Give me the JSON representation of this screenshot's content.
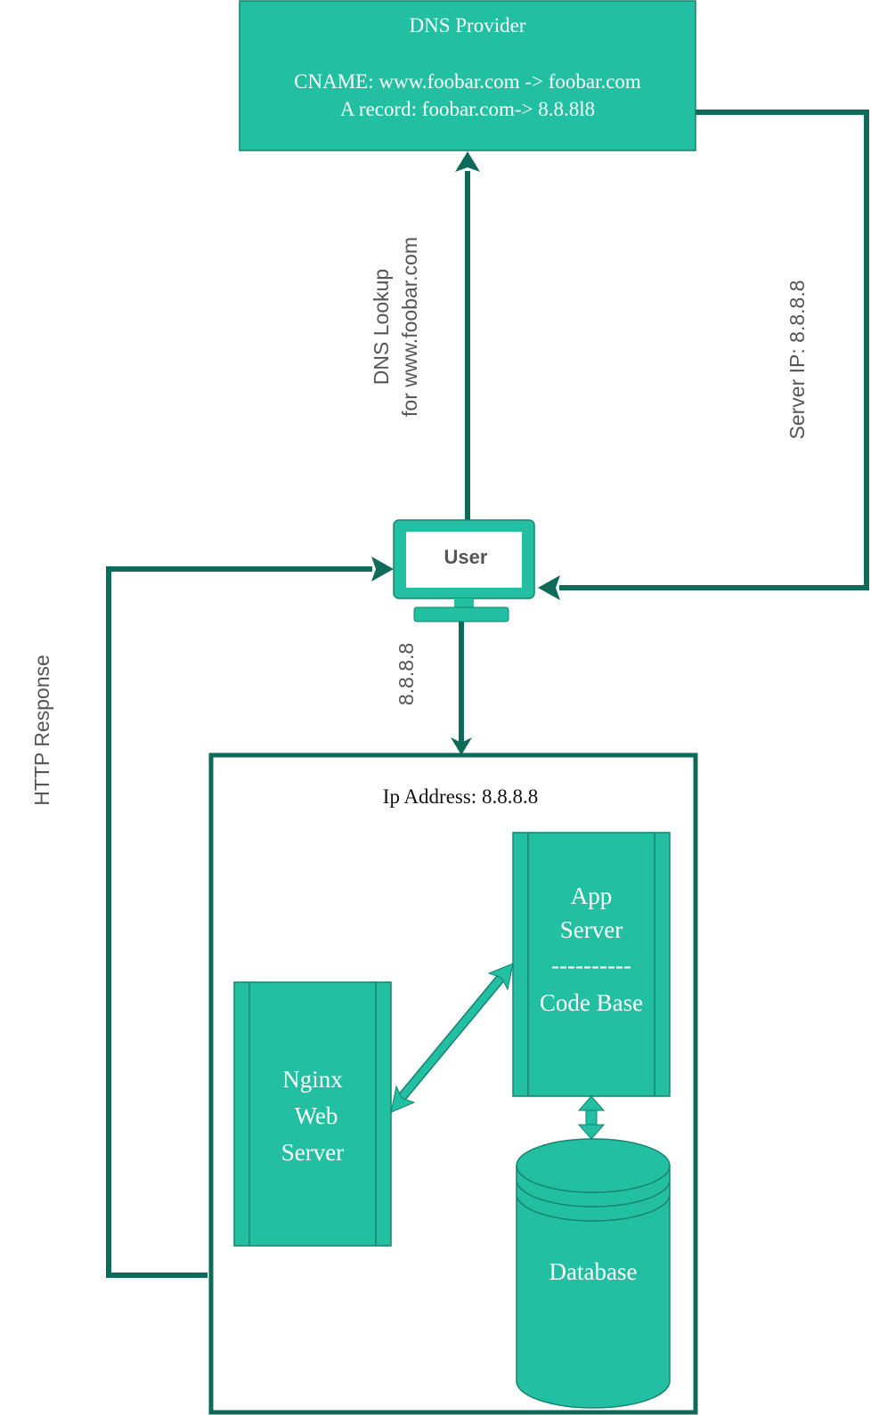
{
  "colors": {
    "box_fill": "#23bfa2",
    "box_stroke": "#15846f",
    "arrow": "#0e6b5a",
    "label_text": "#555555"
  },
  "dns_provider": {
    "title": "DNS Provider",
    "cname": "CNAME: www.foobar.com -> foobar.com",
    "a_record": "A record: foobar.com-> 8.8.8l8"
  },
  "user": {
    "label": "User",
    "icon": "monitor-icon"
  },
  "edges": {
    "dns_lookup_line1": "DNS Lookup",
    "dns_lookup_line2": "for www.foobar.com",
    "server_ip": "Server IP: 8.8.8.8",
    "ip_request": "8.8.8.8",
    "http_response": "HTTP Response"
  },
  "server": {
    "ip_label": "Ip Address: 8.8.8.8",
    "nginx": {
      "line1": "Nginx",
      "line2": "Web",
      "line3": "Server"
    },
    "app_server": {
      "line1": "App",
      "line2": "Server",
      "separator": "----------",
      "line3": "Code Base"
    },
    "database": {
      "label": "Database"
    }
  }
}
